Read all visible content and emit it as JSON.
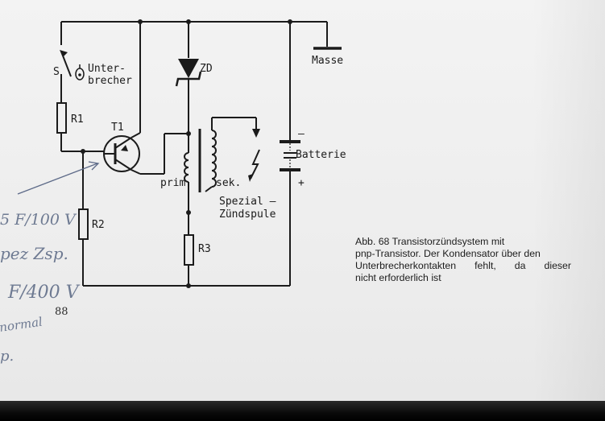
{
  "diagram": {
    "labels": {
      "switch": "S",
      "interrupter_line1": "Unter-",
      "interrupter_line2": "brecher",
      "r1": "R1",
      "r2": "R2",
      "r3": "R3",
      "transistor": "T1",
      "zener": "ZD",
      "ground": "Masse",
      "battery": "Batterie",
      "battery_minus": "–",
      "battery_plus": "+",
      "primary": "prim.",
      "secondary": "sek.",
      "coil_line1": "Spezial –",
      "coil_line2": "Zündspule"
    },
    "handwriting": {
      "line1": "5 F/100 V",
      "line2": "pez Zsp.",
      "line3": "F/400 V",
      "line4": "normal",
      "line5": "p."
    }
  },
  "caption": {
    "line1": "Abb. 68   Transistorzündsystem mit",
    "line2": "pnp-Transistor. Der Kondensator über den",
    "line3": "Unterbrecherkontakten  fehlt,  da  dieser",
    "line4": "nicht erforderlich ist"
  },
  "page_number": "88"
}
